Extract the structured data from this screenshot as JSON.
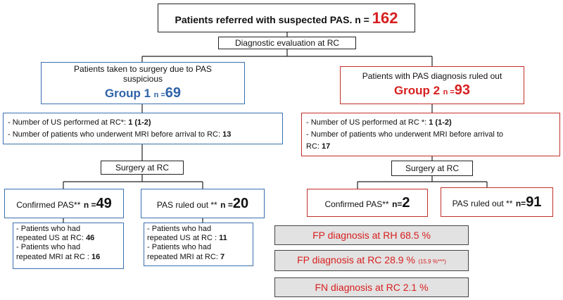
{
  "top": {
    "label": "Patients referred with suspected PAS. n =",
    "n": "162"
  },
  "eval": {
    "label": "Diagnostic evaluation at RC"
  },
  "group1": {
    "line1": "Patients taken to surgery due to PAS",
    "line2": "suspicious",
    "title": "Group 1",
    "n_prefix": "n =",
    "n": "69",
    "details": [
      {
        "label": "- Number of US performed at RC*:",
        "value": "1 (1-2)"
      },
      {
        "label": "- Number of patients who underwent MRI before arrival to RC:",
        "value": "13"
      }
    ],
    "surgery": "Surgery at RC",
    "confirmed": {
      "label": "Confirmed PAS**",
      "n_prefix": "n =",
      "n": "49"
    },
    "ruled_out": {
      "label": "PAS ruled out **",
      "n_prefix": "n =",
      "n": "20"
    },
    "confirmed_sub": [
      {
        "label": "- Patients who had",
        "label2": "repeated US at RC:",
        "value": "46"
      },
      {
        "label": "- Patients who had",
        "label2": "repeated MRI at RC :",
        "value": "16"
      }
    ],
    "ruled_sub": [
      {
        "label": "- Patients who had",
        "label2": "repeated US at RC :",
        "value": "11"
      },
      {
        "label": "- Patients who had",
        "label2": "repeated MRI at RC:",
        "value": "7"
      }
    ]
  },
  "group2": {
    "line1": "Patients with PAS diagnosis ruled out",
    "title": "Group 2",
    "n_prefix": "n =",
    "n": "93",
    "details": [
      {
        "label": "- Number of US performed at RC *:",
        "value": "1 (1-2)"
      },
      {
        "label": "- Number of patients who underwent MRI before arrival to",
        "label2": "RC:",
        "value": "17"
      }
    ],
    "surgery": "Surgery at RC",
    "confirmed": {
      "label": "Confirmed PAS**",
      "n_prefix": "n=",
      "n": "2"
    },
    "ruled_out": {
      "label": "PAS ruled out **",
      "n_prefix": "n=",
      "n": "91"
    }
  },
  "summary": {
    "fp_rh": "FP diagnosis at RH 68.5 %",
    "fp_rc": "FP diagnosis at RC 28.9 %",
    "fp_rc_note": "(15.9 %***)",
    "fn_rc": "FN diagnosis at RC 2.1 %"
  },
  "colors": {
    "blue": "#2f63a8",
    "red": "#d81f1f",
    "box_blue": "#3a6fb0",
    "box_red": "#c0302a",
    "gray_fill": "#e2e2e2"
  }
}
